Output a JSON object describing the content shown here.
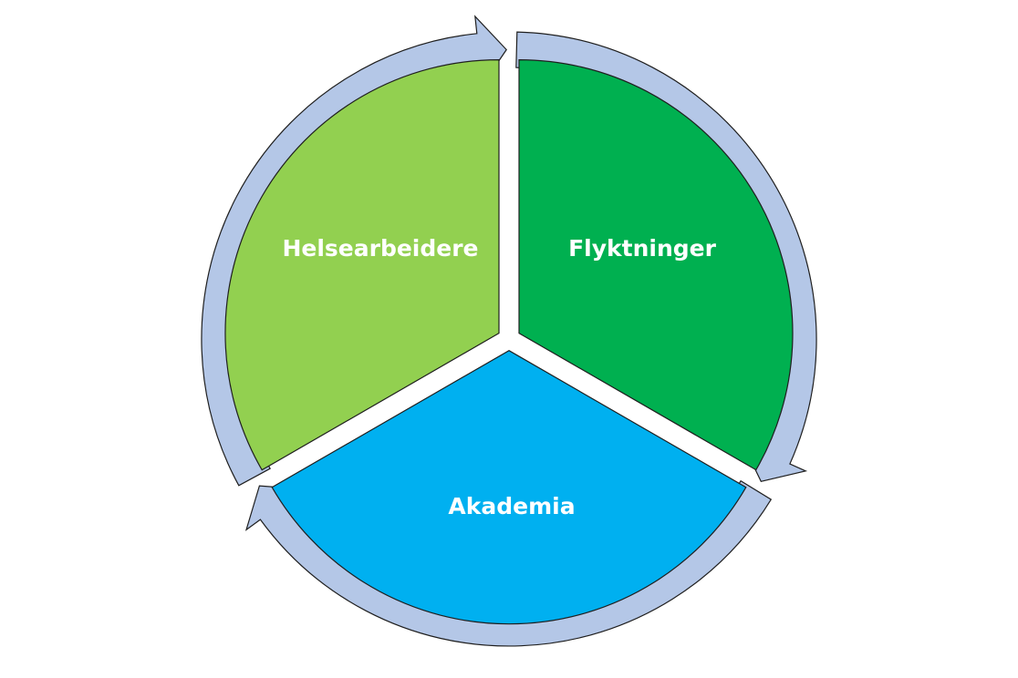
{
  "segments": [
    {
      "label": "Flyktninger",
      "color": "#00B050"
    },
    {
      "label": "Akademia",
      "color": "#00B0F0"
    },
    {
      "label": "Helsearbeidere",
      "color": "#92D050"
    }
  ],
  "arrow_color": "#B4C7E7",
  "outline_color": "#1F1F1F"
}
